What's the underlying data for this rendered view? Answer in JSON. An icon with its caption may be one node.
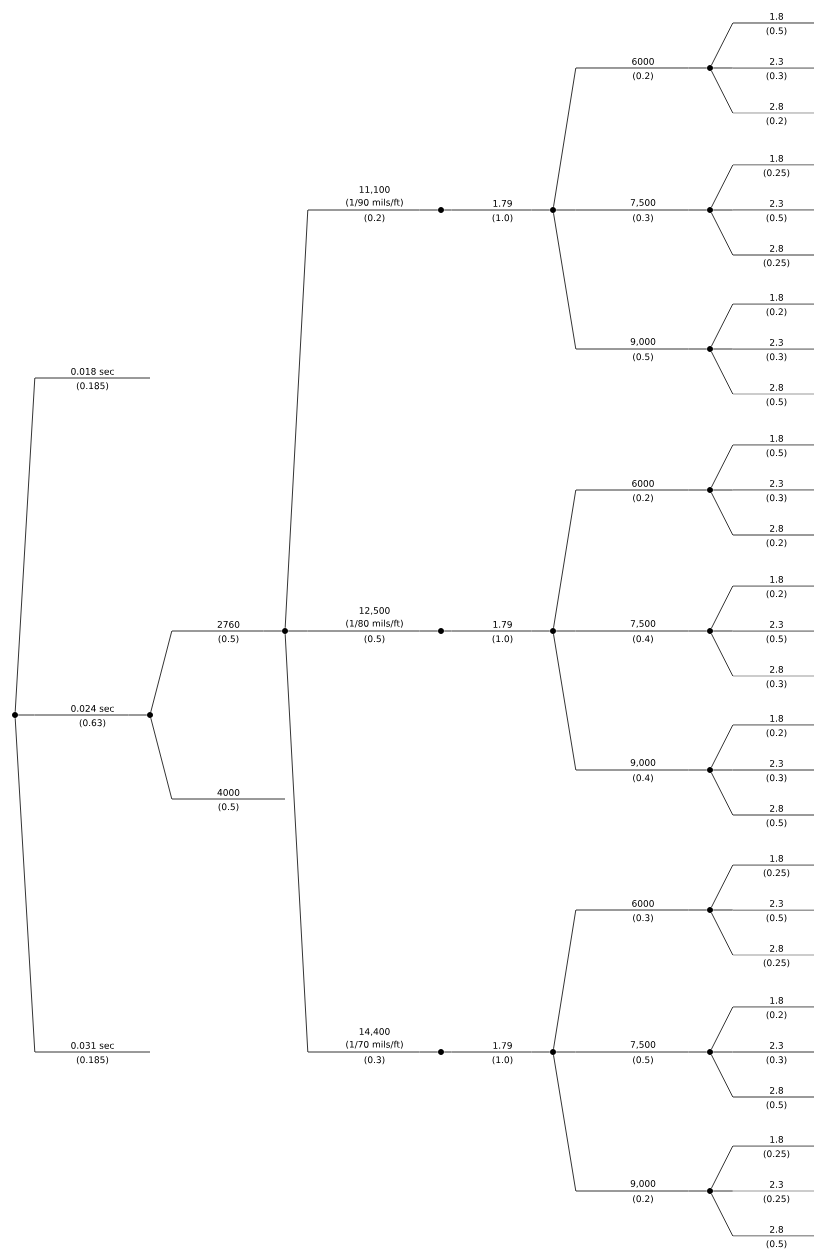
{
  "diagram": {
    "nodes": [
      {
        "text": [],
        "shape": "circle"
      },
      {
        "text": [
          "0.018 sec",
          "(0.185)"
        ]
      },
      {
        "text": [
          "0.024 sec",
          "(0.63)"
        ]
      },
      {
        "text": [
          "2760",
          "(0.5)"
        ]
      },
      {
        "text": [
          "11,100",
          "(1/90 mils/ft)",
          "(0.2)"
        ]
      },
      {
        "text": [
          "1.79",
          "(1.0)"
        ]
      },
      {
        "text": [
          "6000",
          "(0.2)"
        ]
      },
      {
        "text": [
          "1.8",
          "(0.5)"
        ]
      },
      {
        "text": [
          "2.3",
          "(0.3)"
        ]
      },
      {
        "text": [
          "2.8",
          "(0.2)"
        ]
      },
      {
        "text": [
          "7,500",
          "(0.3)"
        ]
      },
      {
        "text": [
          "1.8",
          "(0.25)"
        ]
      },
      {
        "text": [
          "2.3",
          "(0.5)"
        ]
      },
      {
        "text": [
          "2.8",
          "(0.25)"
        ]
      },
      {
        "text": [
          "9,000",
          "(0.5)"
        ]
      },
      {
        "text": [
          "1.8",
          "(0.2)"
        ]
      },
      {
        "text": [
          "2.3",
          "(0.3)"
        ]
      },
      {
        "text": [
          "2.8",
          "(0.5)"
        ]
      },
      {
        "text": [
          "12,500",
          "(1/80 mils/ft)",
          "(0.5)"
        ]
      },
      {
        "text": [
          "1.79",
          "(1.0)"
        ]
      },
      {
        "text": [
          "6000",
          "(0.2)"
        ]
      },
      {
        "text": [
          "1.8",
          "(0.5)"
        ]
      },
      {
        "text": [
          "2.3",
          "(0.3)"
        ]
      },
      {
        "text": [
          "2.8",
          "(0.2)"
        ]
      },
      {
        "text": [
          "7,500",
          "(0.4)"
        ]
      },
      {
        "text": [
          "1.8",
          "(0.2)"
        ]
      },
      {
        "text": [
          "2.3",
          "(0.5)"
        ]
      },
      {
        "text": [
          "2.8",
          "(0.3)"
        ]
      },
      {
        "text": [
          "9,000",
          "(0.4)"
        ]
      },
      {
        "text": [
          "1.8",
          "(0.2)"
        ]
      },
      {
        "text": [
          "2.3",
          "(0.3)"
        ]
      },
      {
        "text": [
          "2.8",
          "(0.5)"
        ]
      },
      {
        "text": [
          "14,400",
          "(1/70 mils/ft)",
          "(0.3)"
        ]
      },
      {
        "text": [
          "1.79",
          "(1.0)"
        ]
      },
      {
        "text": [
          "6000",
          "(0.3)"
        ]
      },
      {
        "text": [
          "1.8",
          "(0.25)"
        ]
      },
      {
        "text": [
          "2.3",
          "(0.5)"
        ]
      },
      {
        "text": [
          "2.8",
          "(0.25)"
        ]
      },
      {
        "text": [
          "7,500",
          "(0.5)"
        ]
      },
      {
        "text": [
          "1.8",
          "(0.2)"
        ]
      },
      {
        "text": [
          "2.3",
          "(0.3)"
        ]
      },
      {
        "text": [
          "2.8",
          "(0.5)"
        ]
      },
      {
        "text": [
          "9,000",
          "(0.2)"
        ]
      },
      {
        "text": [
          "1.8",
          "(0.25)"
        ]
      },
      {
        "text": [
          "2.3",
          "(0.25)"
        ]
      },
      {
        "text": [
          "2.8",
          "(0.5)"
        ]
      },
      {
        "text": [
          "4000",
          "(0.5)"
        ]
      },
      {
        "text": [
          "0.031 sec",
          "(0.185)"
        ]
      },
      {
        "text": [],
        "shape": "circle"
      },
      {
        "text": [],
        "shape": "circle"
      },
      {
        "text": [],
        "shape": "circle"
      },
      {
        "text": [],
        "shape": "circle"
      },
      {
        "text": [],
        "shape": "circle"
      },
      {
        "text": [],
        "shape": "circle"
      },
      {
        "text": [],
        "shape": "circle"
      },
      {
        "text": [],
        "shape": "circle"
      },
      {
        "text": [],
        "shape": "circle"
      },
      {
        "text": [],
        "shape": "circle"
      },
      {
        "text": [],
        "shape": "circle"
      },
      {
        "text": [],
        "shape": "circle"
      },
      {
        "text": [],
        "shape": "circle"
      },
      {
        "text": [],
        "shape": "circle"
      },
      {
        "text": [],
        "shape": "circle"
      },
      {
        "text": [],
        "shape": "circle"
      },
      {
        "text": [],
        "shape": "circle"
      }
    ],
    "edges": [
      {
        "from": 0,
        "to": 1,
        "arrow": "none"
      },
      {
        "from": 0,
        "to": 2,
        "arrow": "none"
      },
      {
        "from": 0,
        "to": 47,
        "arrow": "none"
      },
      {
        "from": 2,
        "to": 48,
        "arrow": "none"
      },
      {
        "from": 48,
        "to": 3,
        "arrow": "none"
      },
      {
        "from": 48,
        "to": 46,
        "arrow": "none"
      },
      {
        "from": 3,
        "to": 49,
        "arrow": "none"
      },
      {
        "from": 49,
        "to": 4,
        "arrow": "none"
      },
      {
        "from": 49,
        "to": 18,
        "arrow": "none"
      },
      {
        "from": 49,
        "to": 32,
        "arrow": "none"
      },
      {
        "from": 4,
        "to": 50,
        "arrow": "none"
      },
      {
        "from": 18,
        "to": 51,
        "arrow": "none"
      },
      {
        "from": 32,
        "to": 52,
        "arrow": "none"
      },
      {
        "from": 50,
        "to": 5,
        "arrow": "none"
      },
      {
        "from": 51,
        "to": 19,
        "arrow": "none"
      },
      {
        "from": 52,
        "to": 33,
        "arrow": "none"
      },
      {
        "from": 5,
        "to": 53,
        "arrow": "none"
      },
      {
        "from": 19,
        "to": 54,
        "arrow": "none"
      },
      {
        "from": 33,
        "to": 55,
        "arrow": "none"
      },
      {
        "from": 53,
        "to": 6,
        "arrow": "none"
      },
      {
        "from": 53,
        "to": 10,
        "arrow": "none"
      },
      {
        "from": 53,
        "to": 14,
        "arrow": "none"
      },
      {
        "from": 54,
        "to": 20,
        "arrow": "none"
      },
      {
        "from": 54,
        "to": 24,
        "arrow": "none"
      },
      {
        "from": 54,
        "to": 28,
        "arrow": "none"
      },
      {
        "from": 55,
        "to": 34,
        "arrow": "none"
      },
      {
        "from": 55,
        "to": 38,
        "arrow": "none"
      },
      {
        "from": 55,
        "to": 42,
        "arrow": "none"
      },
      {
        "from": 6,
        "to": 56,
        "arrow": "none"
      },
      {
        "from": 10,
        "to": 57,
        "arrow": "none"
      },
      {
        "from": 14,
        "to": 58,
        "arrow": "none"
      },
      {
        "from": 20,
        "to": 59,
        "arrow": "none"
      },
      {
        "from": 24,
        "to": 60,
        "arrow": "none"
      },
      {
        "from": 28,
        "to": 61,
        "arrow": "none"
      },
      {
        "from": 34,
        "to": 62,
        "arrow": "none"
      },
      {
        "from": 38,
        "to": 63,
        "arrow": "none"
      },
      {
        "from": 42,
        "to": 64,
        "arrow": "none"
      },
      {
        "from": 56,
        "to": 7,
        "arrow": "none"
      },
      {
        "from": 56,
        "to": 8,
        "arrow": "none"
      },
      {
        "from": 56,
        "to": 9,
        "arrow": "none"
      },
      {
        "from": 57,
        "to": 11,
        "arrow": "none"
      },
      {
        "from": 57,
        "to": 12,
        "arrow": "none"
      },
      {
        "from": 57,
        "to": 13,
        "arrow": "none"
      },
      {
        "from": 58,
        "to": 15,
        "arrow": "none"
      },
      {
        "from": 58,
        "to": 16,
        "arrow": "none"
      },
      {
        "from": 58,
        "to": 17,
        "arrow": "none"
      },
      {
        "from": 59,
        "to": 21,
        "arrow": "none"
      },
      {
        "from": 59,
        "to": 22,
        "arrow": "none"
      },
      {
        "from": 59,
        "to": 23,
        "arrow": "none"
      },
      {
        "from": 60,
        "to": 25,
        "arrow": "none"
      },
      {
        "from": 60,
        "to": 26,
        "arrow": "none"
      },
      {
        "from": 60,
        "to": 27,
        "arrow": "none"
      },
      {
        "from": 61,
        "to": 29,
        "arrow": "none"
      },
      {
        "from": 61,
        "to": 30,
        "arrow": "none"
      },
      {
        "from": 61,
        "to": 31,
        "arrow": "none"
      },
      {
        "from": 62,
        "to": 35,
        "arrow": "none"
      },
      {
        "from": 62,
        "to": 36,
        "arrow": "none"
      },
      {
        "from": 62,
        "to": 37,
        "arrow": "none"
      },
      {
        "from": 63,
        "to": 39,
        "arrow": "none"
      },
      {
        "from": 63,
        "to": 40,
        "arrow": "none"
      },
      {
        "from": 63,
        "to": 41,
        "arrow": "none"
      },
      {
        "from": 64,
        "to": 43,
        "arrow": "none"
      },
      {
        "from": 64,
        "to": 44,
        "arrow": "none"
      },
      {
        "from": 64,
        "to": 45,
        "arrow": "none"
      }
    ]
  }
}
